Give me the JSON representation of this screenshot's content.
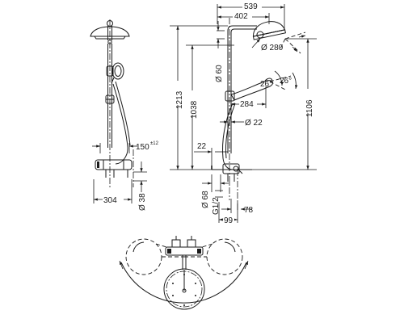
{
  "dimensions": {
    "d539": "539",
    "d402": "402",
    "d280": "Ø 280",
    "d60": "Ø 60",
    "d1213": "1213",
    "d1038": "1038",
    "d1106": "1106",
    "d26a": "26°",
    "d26b": "26°",
    "d284": "284",
    "d22dia": "Ø 22",
    "d22": "22",
    "d150": "150",
    "d150tol": "±12",
    "d304": "304",
    "d38": "Ø 38",
    "d68": "Ø 68",
    "g12": "G1/2",
    "d99": "99",
    "d78": "78"
  }
}
